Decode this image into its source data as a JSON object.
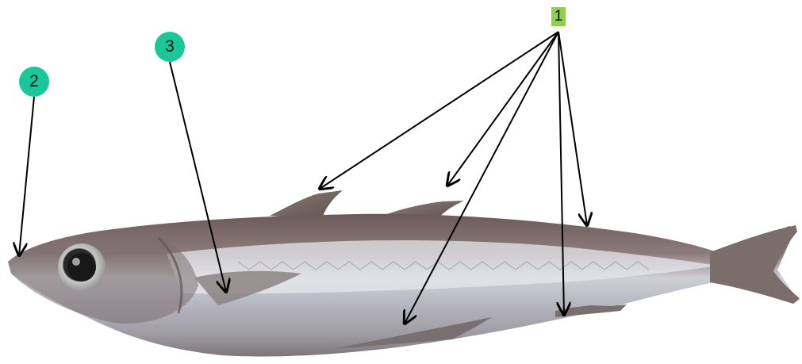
{
  "colors": {
    "circle_marker": "#19c79a",
    "square_marker": "#8fd14f",
    "arrow": "#000000"
  },
  "markers": [
    {
      "id": "1",
      "label": "1",
      "shape": "square",
      "points_to": [
        "first-dorsal-fin",
        "second-dorsal-fin",
        "dorsal-finlets",
        "anal-fin",
        "anal-finlets"
      ]
    },
    {
      "id": "2",
      "label": "2",
      "shape": "circle",
      "points_to": [
        "snout"
      ]
    },
    {
      "id": "3",
      "label": "3",
      "shape": "circle",
      "points_to": [
        "pectoral-fin"
      ]
    }
  ],
  "image": {
    "subject": "fish-illustration"
  }
}
